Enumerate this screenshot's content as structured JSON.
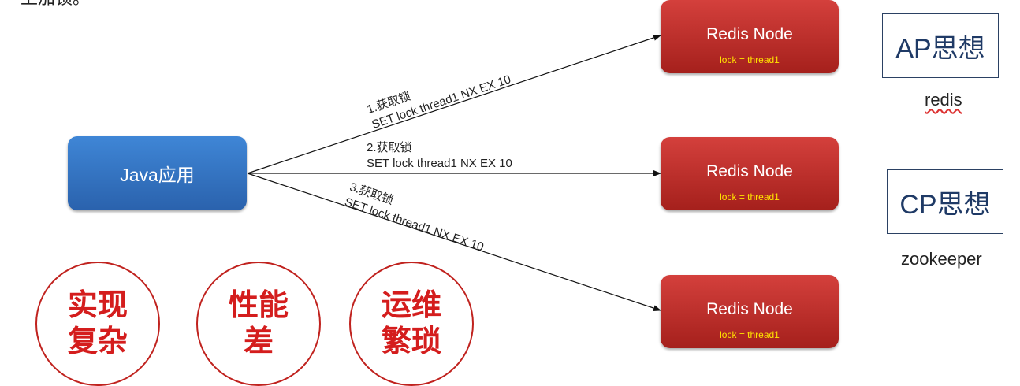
{
  "top_fragment": "上加锁。",
  "java_app": {
    "label": "Java应用"
  },
  "redis_nodes": [
    {
      "title": "Redis Node",
      "lock": "lock = thread1"
    },
    {
      "title": "Redis Node",
      "lock": "lock = thread1"
    },
    {
      "title": "Redis Node",
      "lock": "lock = thread1"
    }
  ],
  "arrows": [
    {
      "step": "1.获取锁",
      "command": "SET lock thread1 NX EX 10"
    },
    {
      "step": "2.获取锁",
      "command": "SET lock thread1 NX EX 10"
    },
    {
      "step": "3.获取锁",
      "command": "SET lock thread1 NX EX 10"
    }
  ],
  "concepts": [
    {
      "label": "AP思想",
      "tech": "redis"
    },
    {
      "label": "CP思想",
      "tech": "zookeeper"
    }
  ],
  "drawbacks": [
    {
      "line1": "实现",
      "line2": "复杂"
    },
    {
      "line1": "性能",
      "line2": "差"
    },
    {
      "line1": "运维",
      "line2": "繁琐"
    }
  ],
  "colors": {
    "java_box": "#3070c0",
    "redis_node": "#c0302c",
    "lock_text": "#ffe200",
    "drawback_red": "#d41d1d",
    "concept_border": "#2b4163"
  }
}
